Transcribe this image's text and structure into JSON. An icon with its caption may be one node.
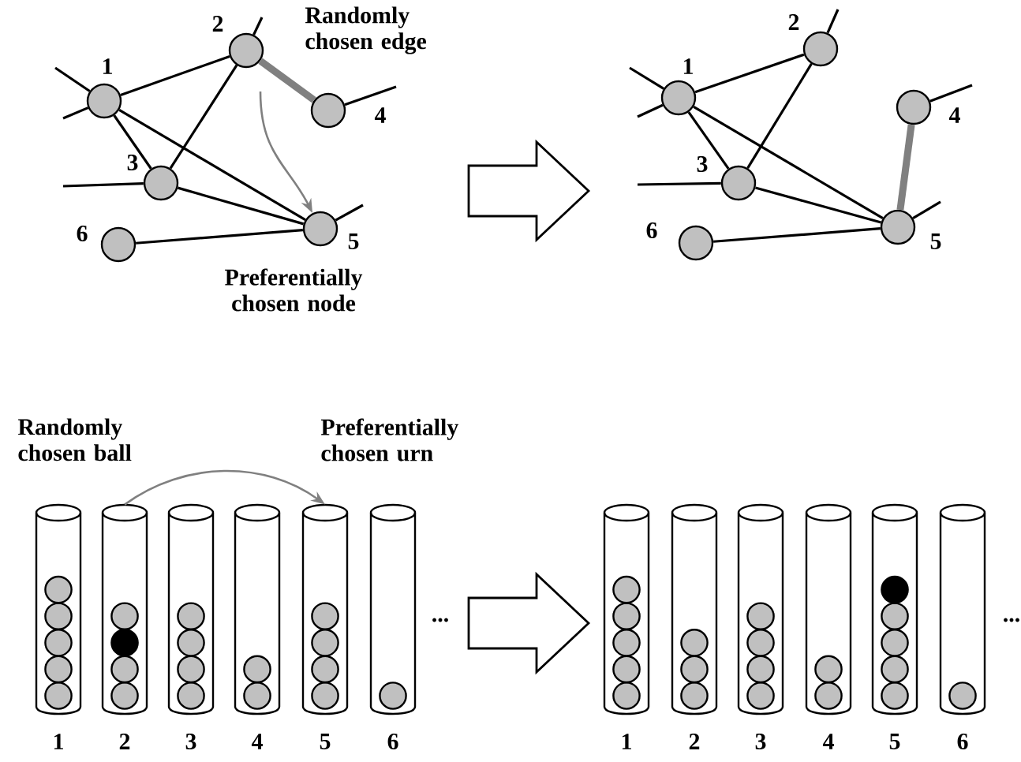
{
  "diagram": {
    "nodes": [
      {
        "text": [],
        "shape": "circle",
        "beside": [
          "1"
        ]
      },
      {
        "text": [],
        "shape": "circle",
        "beside": [
          "2"
        ]
      },
      {
        "text": [],
        "shape": "circle",
        "beside": [
          "3"
        ]
      },
      {
        "text": [],
        "shape": "circle",
        "beside": [
          "4"
        ]
      },
      {
        "text": [],
        "shape": "circle",
        "beside": [
          "5"
        ]
      },
      {
        "text": [],
        "shape": "circle",
        "beside": [
          "6"
        ]
      },
      {
        "text": [],
        "shape": "circle",
        "beside": [
          "1"
        ]
      },
      {
        "text": [],
        "shape": "circle",
        "beside": [
          "2"
        ]
      },
      {
        "text": [],
        "shape": "circle",
        "beside": [
          "3"
        ]
      },
      {
        "text": [],
        "shape": "circle",
        "beside": [
          "4"
        ]
      },
      {
        "text": [],
        "shape": "circle",
        "beside": [
          "5"
        ]
      },
      {
        "text": [],
        "shape": "circle",
        "beside": [
          "6"
        ]
      },
      {
        "text": [],
        "shape": "cylinder",
        "beside": [
          "1"
        ]
      },
      {
        "text": [],
        "shape": "cylinder",
        "beside": [
          "2"
        ]
      },
      {
        "text": [],
        "shape": "cylinder",
        "beside": [
          "3"
        ]
      },
      {
        "text": [],
        "shape": "cylinder",
        "beside": [
          "4"
        ]
      },
      {
        "text": [],
        "shape": "cylinder",
        "beside": [
          "5"
        ]
      },
      {
        "text": [],
        "shape": "cylinder",
        "beside": [
          "6"
        ]
      },
      {
        "text": [],
        "shape": "cylinder",
        "beside": [
          "1"
        ]
      },
      {
        "text": [],
        "shape": "cylinder",
        "beside": [
          "2"
        ]
      },
      {
        "text": [],
        "shape": "cylinder",
        "beside": [
          "3"
        ]
      },
      {
        "text": [],
        "shape": "cylinder",
        "beside": [
          "4"
        ]
      },
      {
        "text": [],
        "shape": "cylinder",
        "beside": [
          "5"
        ]
      },
      {
        "text": [],
        "shape": "cylinder",
        "beside": [
          "6"
        ]
      }
    ],
    "edges": [
      {
        "from": 0,
        "to": 1,
        "arrow": "none"
      },
      {
        "from": 0,
        "to": 2,
        "arrow": "none"
      },
      {
        "from": 0,
        "to": 4,
        "arrow": "none"
      },
      {
        "from": 1,
        "to": 2,
        "arrow": "none"
      },
      {
        "from": 1,
        "to": 3,
        "arrow": "none",
        "style": "thick",
        "color": "#808080"
      },
      {
        "from": 2,
        "to": 4,
        "arrow": "none"
      },
      {
        "from": 5,
        "to": 4,
        "arrow": "none"
      },
      {
        "from": 0,
        "to": null,
        "arrow": "none"
      },
      {
        "from": 0,
        "to": null,
        "arrow": "none"
      },
      {
        "from": 1,
        "to": null,
        "arrow": "none"
      },
      {
        "from": 3,
        "to": null,
        "arrow": "none"
      },
      {
        "from": 2,
        "to": null,
        "arrow": "none"
      },
      {
        "from": 4,
        "to": null,
        "arrow": "none"
      },
      {
        "from": null,
        "to": 4,
        "arrow": "to",
        "color": "#808080"
      },
      {
        "from": 6,
        "to": 7,
        "arrow": "none"
      },
      {
        "from": 6,
        "to": 8,
        "arrow": "none"
      },
      {
        "from": 6,
        "to": 10,
        "arrow": "none"
      },
      {
        "from": 7,
        "to": 8,
        "arrow": "none"
      },
      {
        "from": 8,
        "to": 10,
        "arrow": "none"
      },
      {
        "from": 11,
        "to": 10,
        "arrow": "none"
      },
      {
        "from": 9,
        "to": 10,
        "arrow": "none",
        "style": "thick",
        "color": "#808080"
      },
      {
        "from": 6,
        "to": null,
        "arrow": "none"
      },
      {
        "from": 6,
        "to": null,
        "arrow": "none"
      },
      {
        "from": 7,
        "to": null,
        "arrow": "none"
      },
      {
        "from": 9,
        "to": null,
        "arrow": "none"
      },
      {
        "from": 8,
        "to": null,
        "arrow": "none"
      },
      {
        "from": 10,
        "to": null,
        "arrow": "none"
      },
      {
        "from": 13,
        "to": 16,
        "arrow": "to",
        "color": "#808080"
      }
    ],
    "labels": [
      "Randomly chosen edge",
      "Preferentially chosen node",
      "Randomly chosen ball",
      "Preferentially chosen urn",
      "...",
      "..."
    ]
  }
}
